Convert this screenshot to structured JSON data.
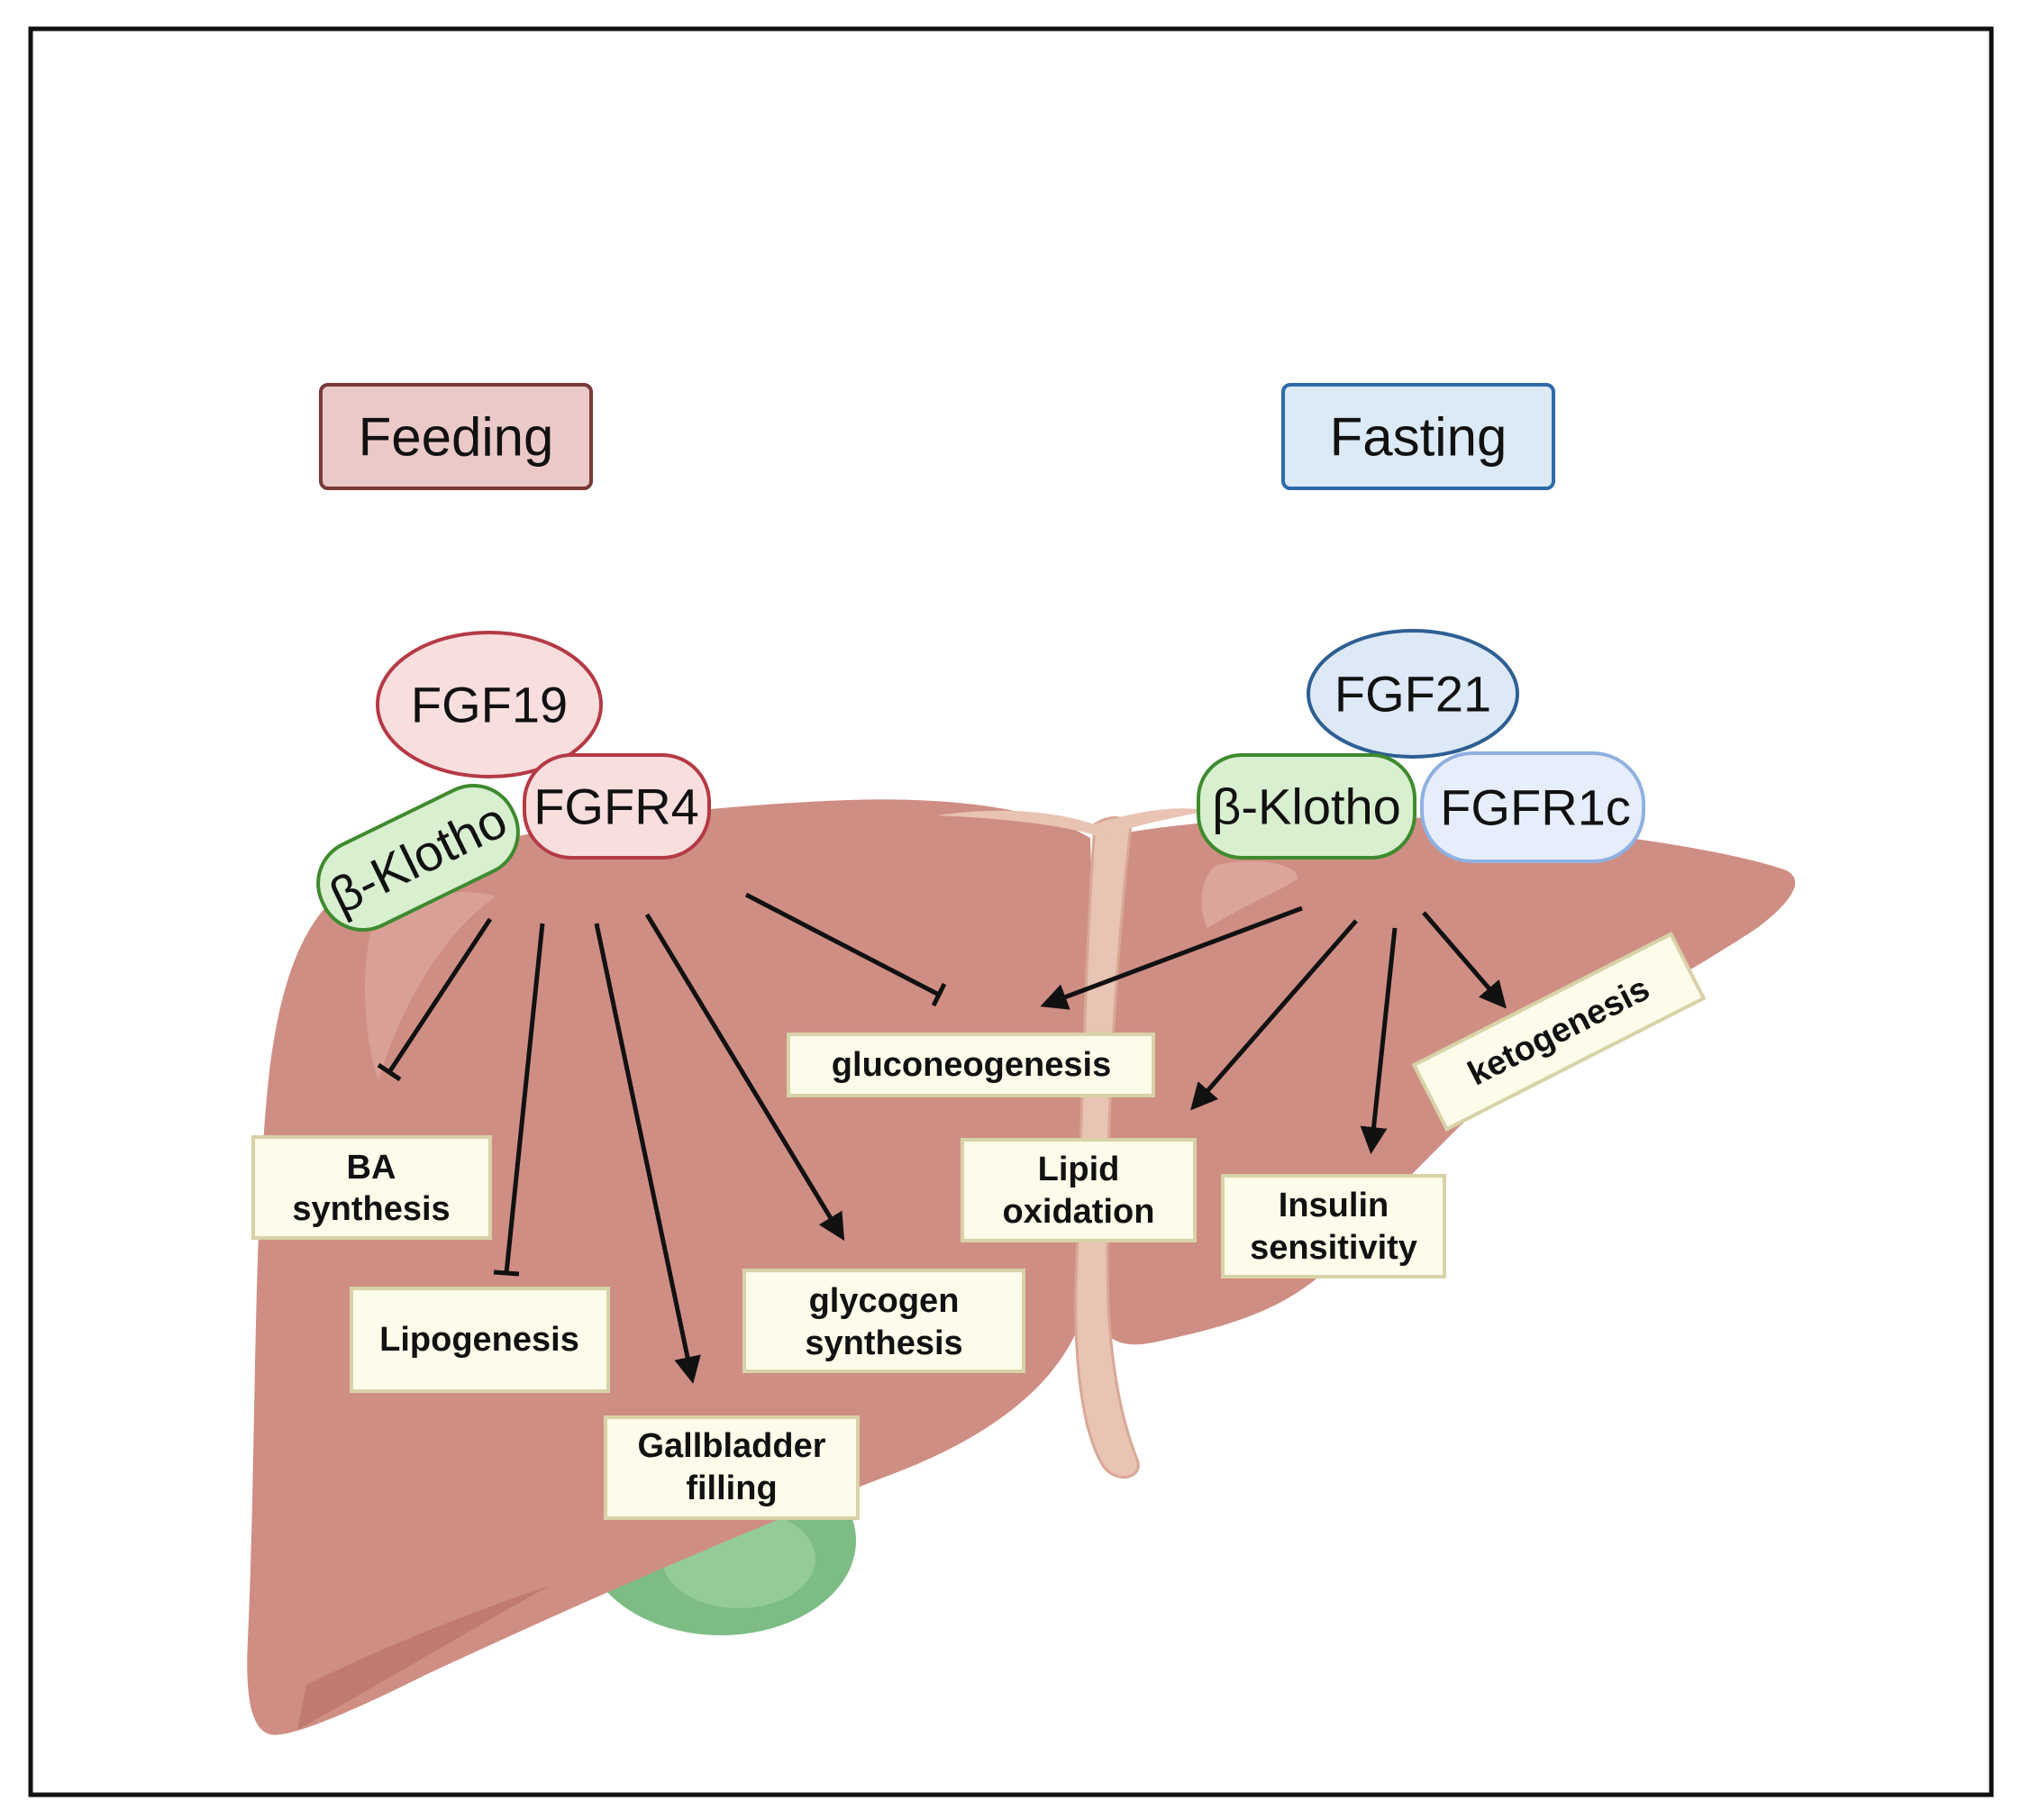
{
  "states": {
    "feeding": "Feeding",
    "fasting": "Fasting"
  },
  "molecules": {
    "fgf19": "FGF19",
    "fgfr4": "FGFR4",
    "klotho_left": "β-Klotho",
    "fgf21": "FGF21",
    "klotho_right": "β-Klotho",
    "fgfr1c": "FGFR1c"
  },
  "processes": {
    "ba_synthesis": [
      "BA",
      "synthesis"
    ],
    "lipogenesis": [
      "Lipogenesis"
    ],
    "gallbladder_filling": [
      "Gallbladder",
      "filling"
    ],
    "glycogen_synthesis": [
      "glycogen",
      "synthesis"
    ],
    "gluconeogenesis": [
      "gluconeogenesis"
    ],
    "lipid_oxidation": [
      "Lipid",
      "oxidation"
    ],
    "insulin_sensitivity": [
      "Insulin",
      "sensitivity"
    ],
    "ketogenesis": [
      "ketogenesis"
    ]
  },
  "colors": {
    "liver": "#cf8e84",
    "liver_shadow": "#c07a70",
    "liver_highlight": "#dba59c",
    "gallbladder": "#7dbd85",
    "feeding_fill": "#ecc9c9",
    "feeding_border": "#7a3a36",
    "fasting_fill": "#dceaf6",
    "fasting_border": "#2f6aa8",
    "fgf19_fill": "#f9dede",
    "fgf19_border": "#b43a45",
    "klotho_fill": "#d8efd0",
    "klotho_border": "#3f8a2e",
    "fgf21_fill": "#dde9f7",
    "fgf21_border": "#2e5f93",
    "fgfr1c_fill": "#e6eefb",
    "fgfr1c_border": "#8fb0e0",
    "process_fill": "#fdfbe9",
    "process_border": "#d8d2a8"
  }
}
